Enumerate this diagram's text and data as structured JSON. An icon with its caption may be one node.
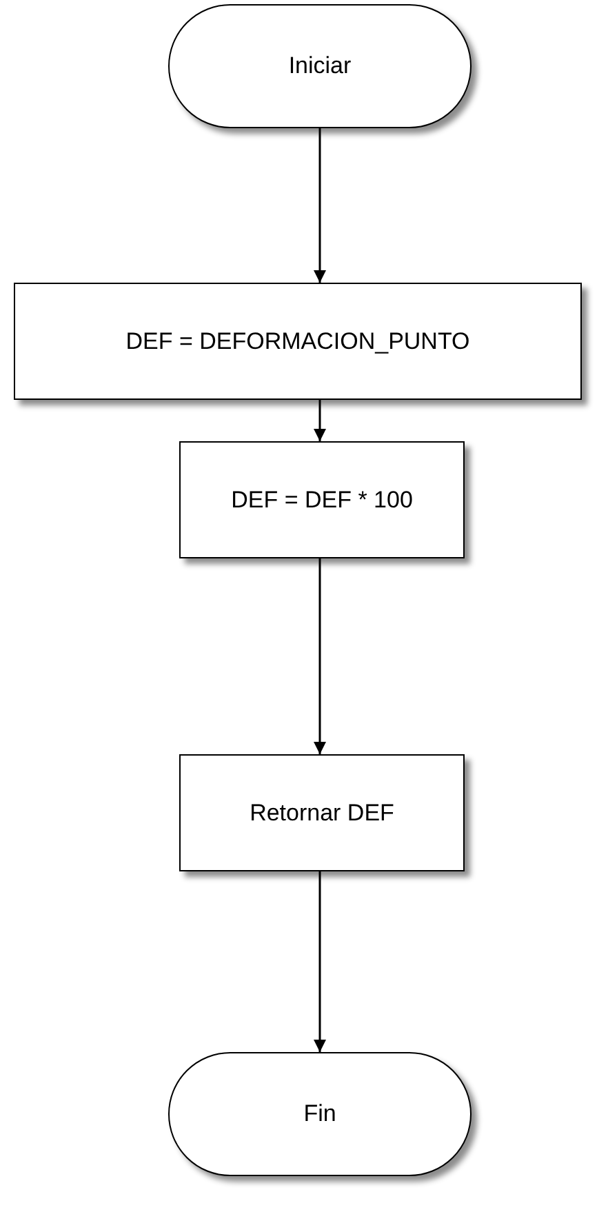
{
  "diagram": {
    "nodes": [
      {
        "text": [
          "Iniciar"
        ]
      },
      {
        "text": [
          "DEF = DEFORMACION_PUNTO"
        ]
      },
      {
        "text": [
          "DEF = DEF * 100"
        ]
      },
      {
        "text": [
          "Retornar DEF"
        ]
      },
      {
        "text": [
          "Fin"
        ]
      }
    ],
    "edges": [
      {
        "from": 0,
        "to": 1,
        "arrow": "to"
      },
      {
        "from": 1,
        "to": 2,
        "arrow": "to"
      },
      {
        "from": 2,
        "to": 3,
        "arrow": "to"
      },
      {
        "from": 3,
        "to": 4,
        "arrow": "to"
      }
    ]
  }
}
